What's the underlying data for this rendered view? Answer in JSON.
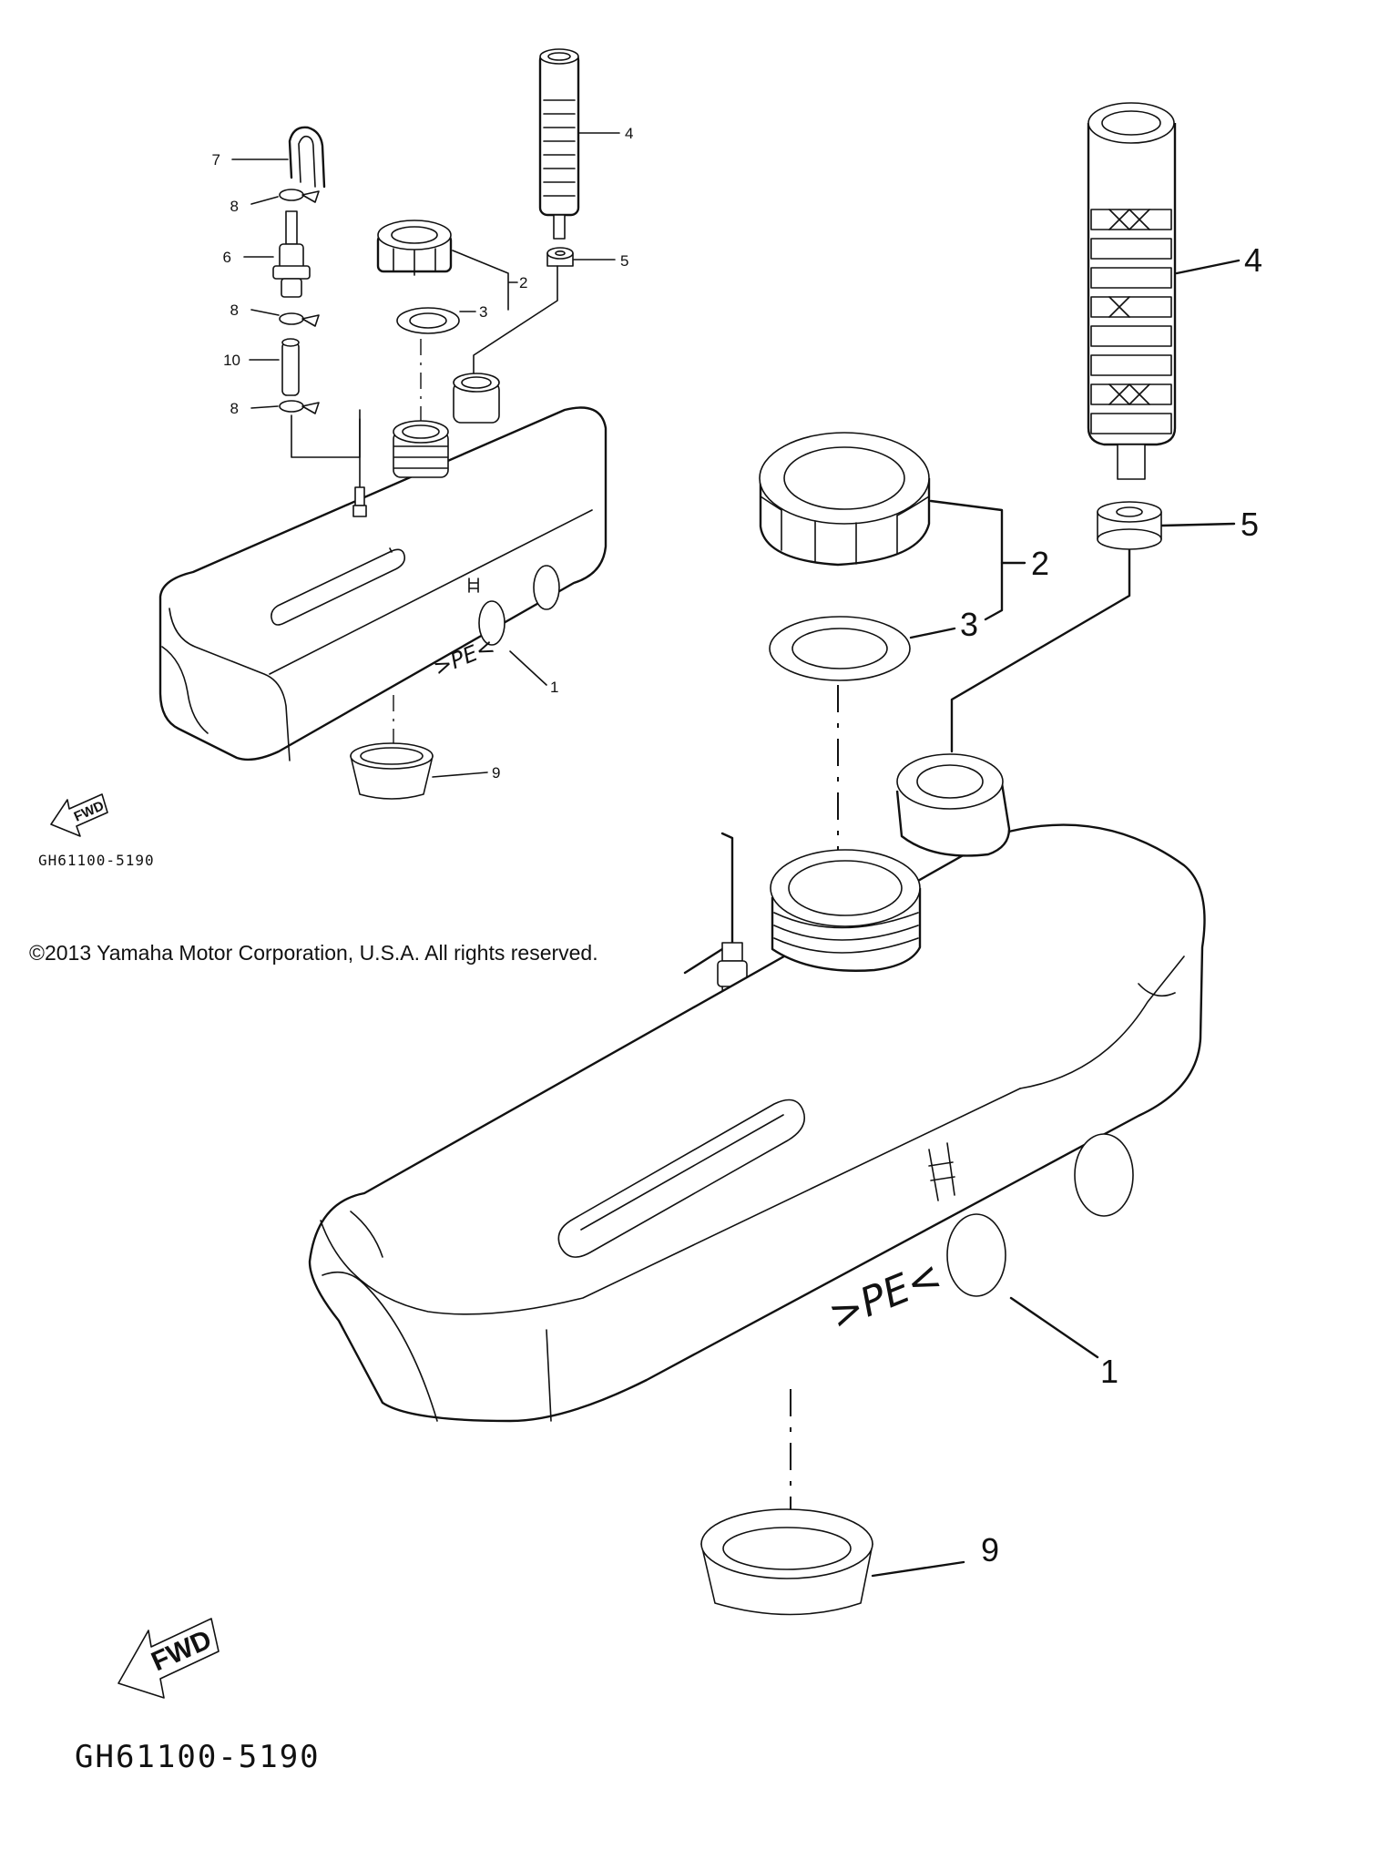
{
  "copyright": "©2013 Yamaha Motor Corporation, U.S.A. All rights reserved.",
  "small_view": {
    "callouts": {
      "c1": "1",
      "c2": "2",
      "c3": "3",
      "c4": "4",
      "c5": "5",
      "c6": "6",
      "c7": "7",
      "c8a": "8",
      "c8b": "8",
      "c8c": "8",
      "c9": "9",
      "c10": "10"
    },
    "drawing_code": "GH61100-5190",
    "fwd_label": "FWD",
    "tank_marking": ">PE<"
  },
  "large_view": {
    "callouts": {
      "c1": "1",
      "c2": "2",
      "c3": "3",
      "c4": "4",
      "c5": "5",
      "c9": "9"
    },
    "drawing_code": "GH61100-5190",
    "fwd_label": "FWD",
    "tank_marking": ">PE<"
  }
}
